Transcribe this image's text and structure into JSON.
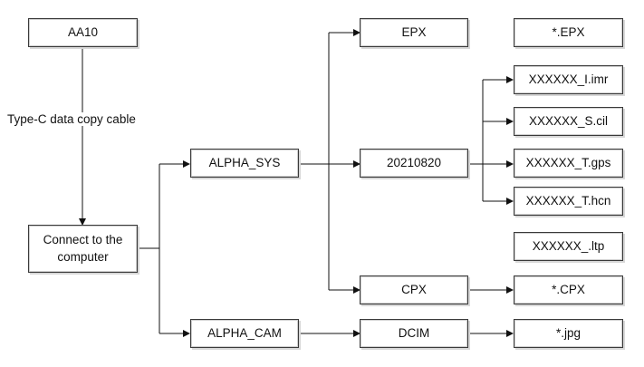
{
  "nodes": {
    "aa10": "AA10",
    "connect": "Connect to the\ncomputer",
    "alpha_sys": "ALPHA_SYS",
    "alpha_cam": "ALPHA_CAM",
    "epx": "EPX",
    "date_folder": "20210820",
    "cpx": "CPX",
    "dcim": "DCIM",
    "epx_files": "*.EPX",
    "imr_file": "XXXXXX_I.imr",
    "cil_file": "XXXXXX_S.cil",
    "gps_file": "XXXXXX_T.gps",
    "hcn_file": "XXXXXX_T.hcn",
    "ltp_file": "XXXXXX_.ltp",
    "cpx_files": "*.CPX",
    "jpg_files": "*.jpg"
  },
  "edge_label": "Type-C data copy cable",
  "colors": {
    "line": "#111111",
    "border": "#3a3a3a"
  }
}
